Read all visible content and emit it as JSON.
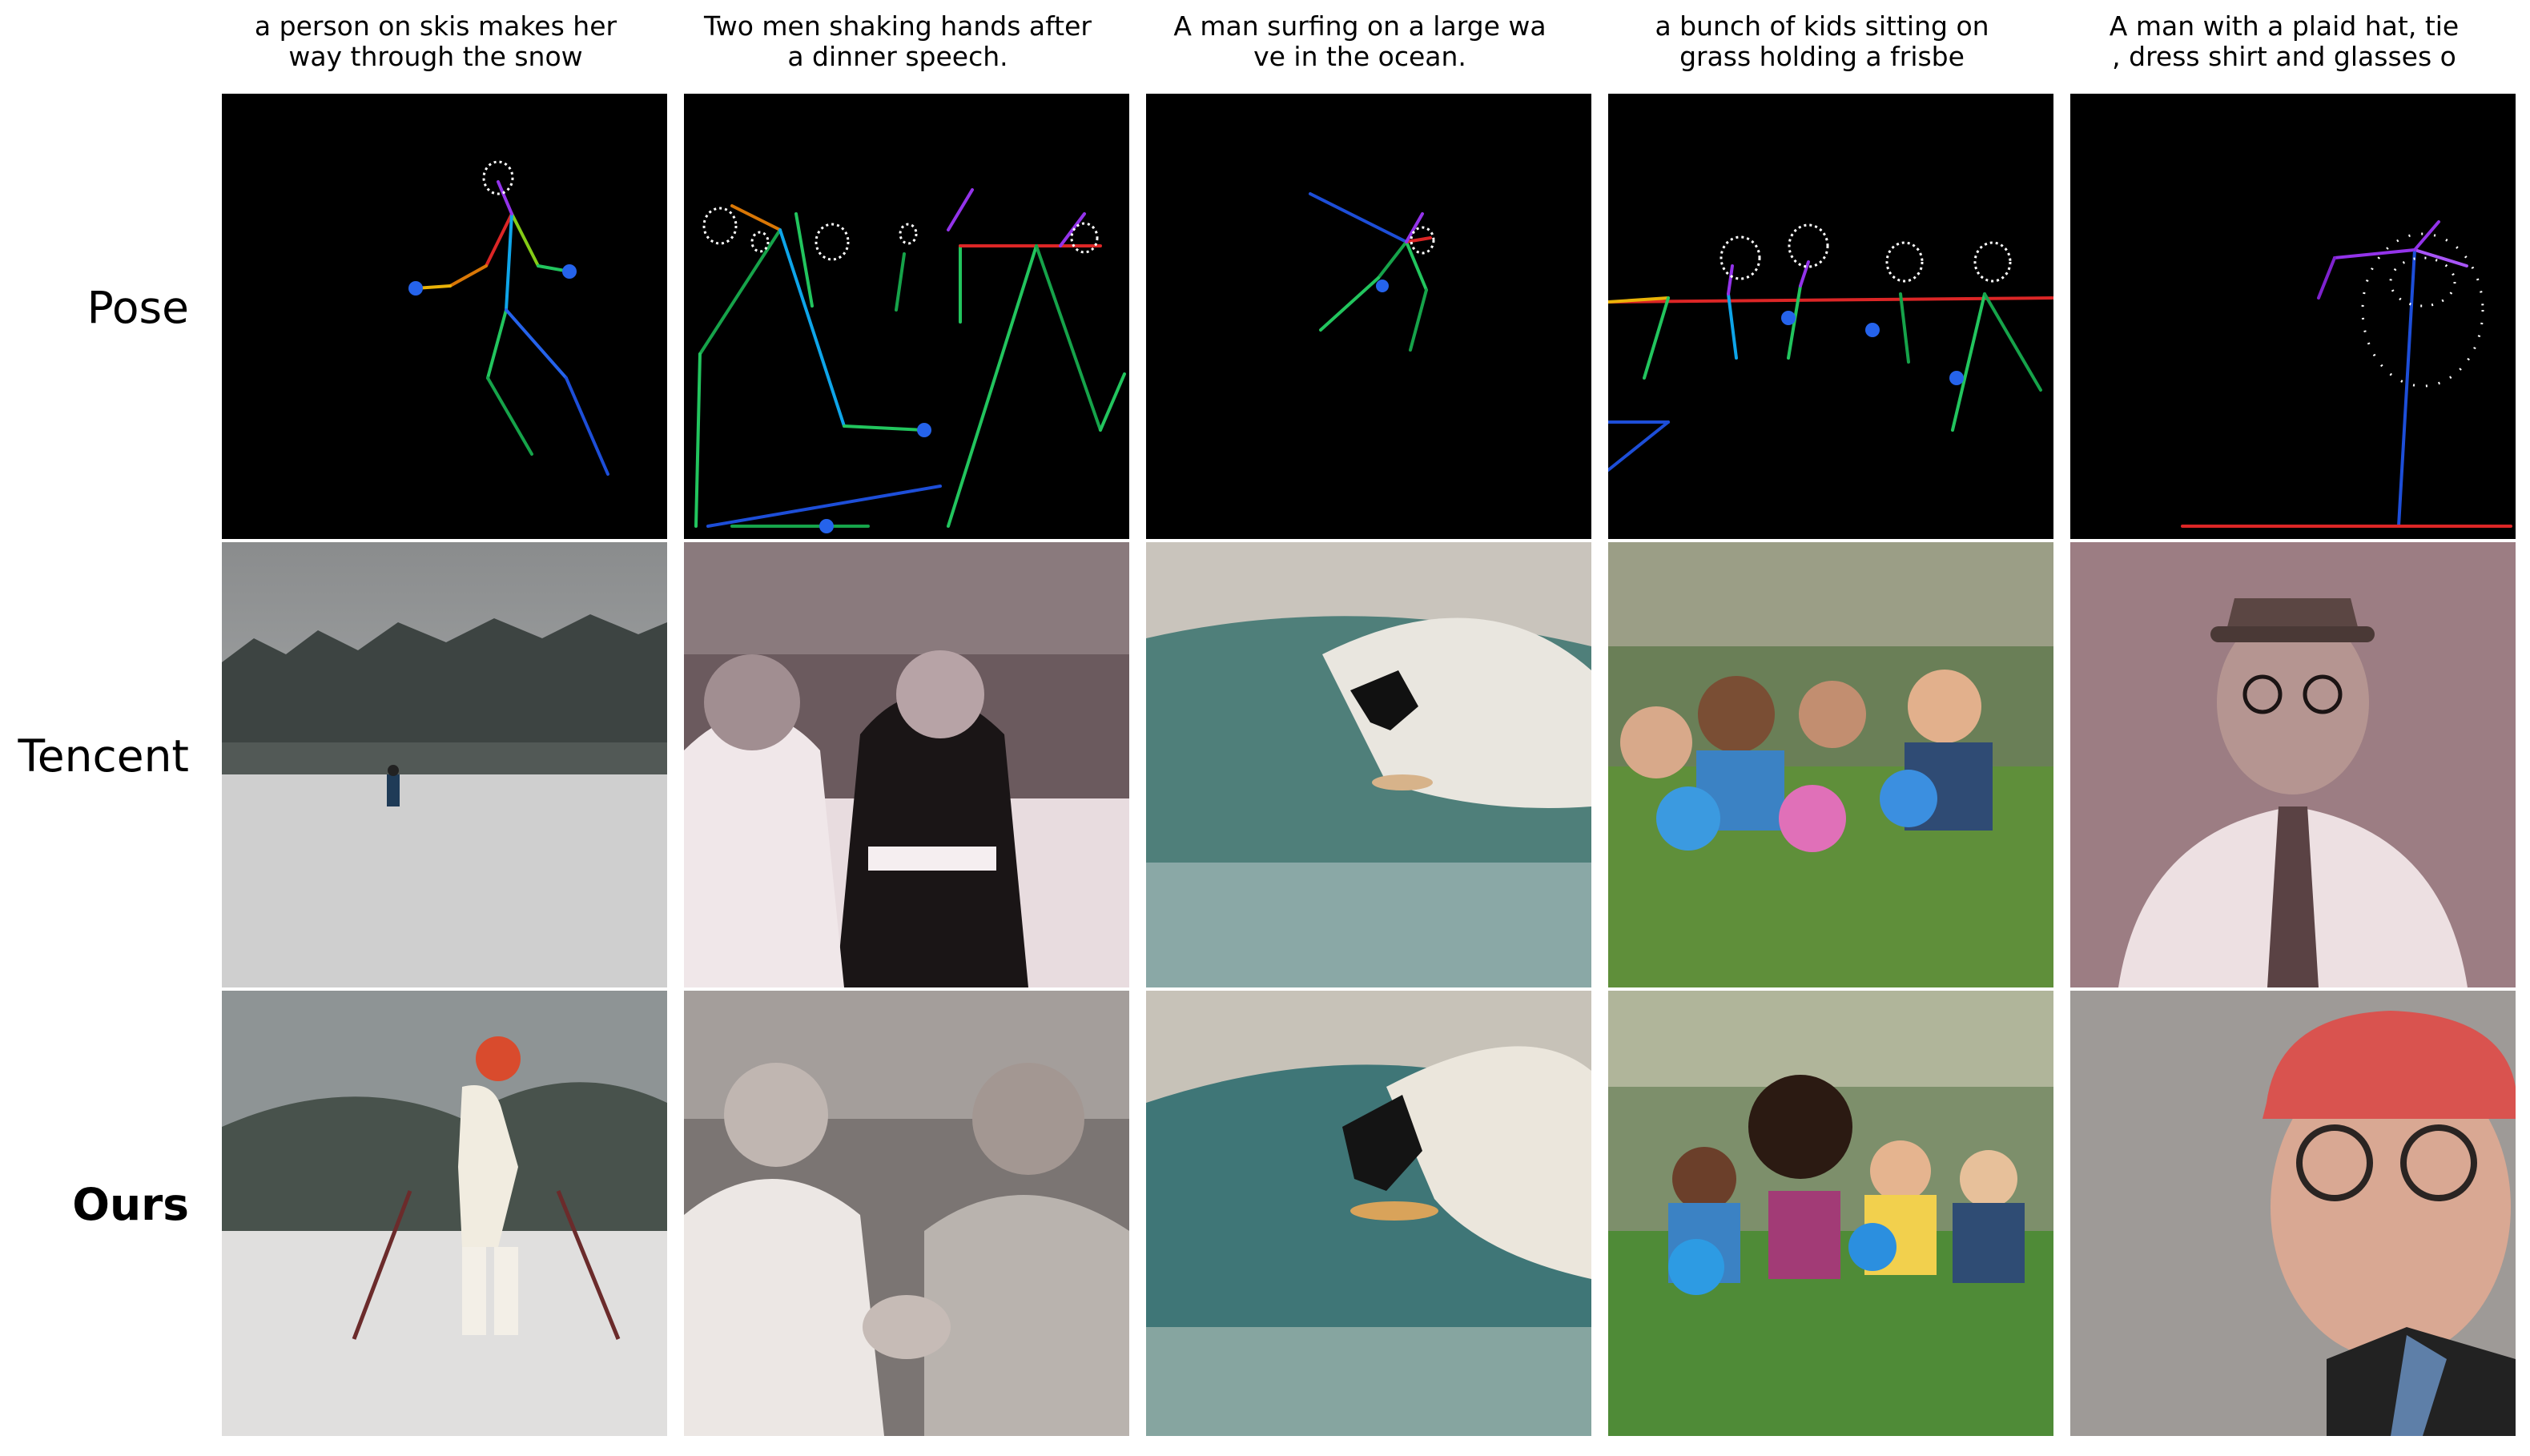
{
  "captions": [
    "a person on skis makes her\nway through the snow",
    "Two men shaking hands after\na dinner speech.",
    "A man surfing on a large wa\nve in the ocean.",
    "a bunch of kids sitting on\ngrass holding a frisbe",
    "A man with a plaid hat, tie\n, dress shirt and glasses o"
  ],
  "rows": {
    "pose": "Pose",
    "tencent": "Tencent",
    "ours": "Ours"
  },
  "colors": {
    "pose_background": "#000000",
    "limb_green": "#22c55e",
    "limb_blue": "#1d4ed8",
    "limb_red": "#dc2626",
    "limb_orange": "#d97706",
    "limb_purple": "#9333ea"
  }
}
